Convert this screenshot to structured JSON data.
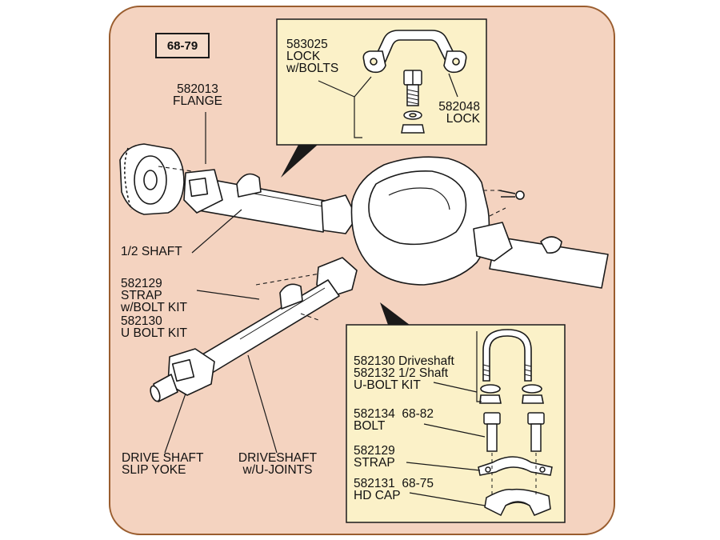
{
  "year_badge": "68-79",
  "labels": {
    "flange": [
      "582013",
      "FLANGE"
    ],
    "lock_bolts": [
      "583025",
      "LOCK",
      "w/BOLTS"
    ],
    "lock": [
      "582048",
      "LOCK"
    ],
    "half_shaft": [
      "1/2 SHAFT"
    ],
    "strap_kit": [
      "582129",
      "STRAP",
      "w/BOLT KIT"
    ],
    "ubolt_kit_left": [
      "582130",
      "U BOLT KIT"
    ],
    "slip_yoke": [
      "DRIVE SHAFT",
      "SLIP YOKE"
    ],
    "driveshaft_ujoints": [
      "DRIVESHAFT",
      "w/U-JOINTS"
    ],
    "ubolt_kit_detail": [
      "582130 Driveshaft",
      "582132 1/2 Shaft",
      "U-BOLT KIT"
    ],
    "bolt_detail": [
      "582134  68-82",
      "BOLT"
    ],
    "strap_detail": [
      "582129",
      "STRAP"
    ],
    "hd_cap_detail": [
      "582131  68-75",
      "HD CAP"
    ]
  },
  "colors": {
    "background": "#f4d3c0",
    "panel": "#fbf1c8",
    "frame_border": "#9a5d2e",
    "line": "#1a1a1a"
  }
}
